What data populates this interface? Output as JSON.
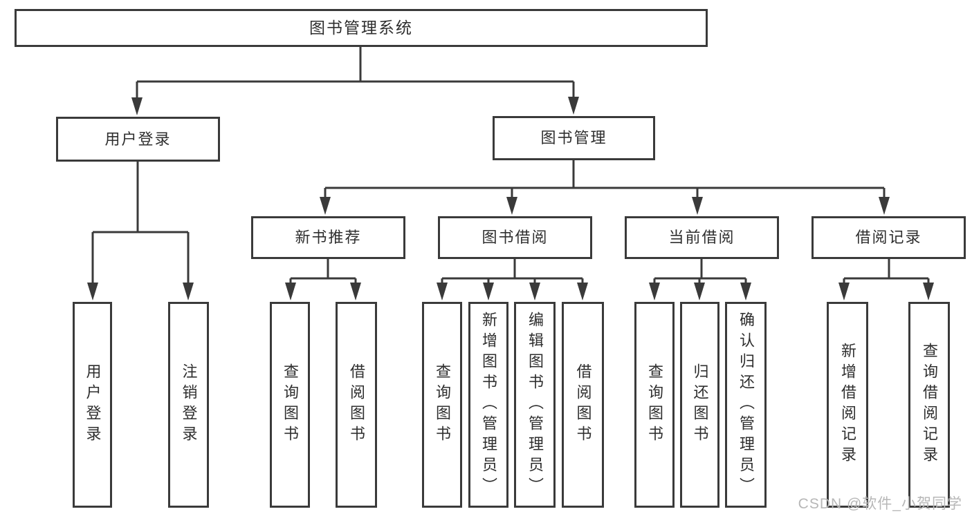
{
  "diagram": {
    "root": {
      "label": "图书管理系统"
    },
    "branches": [
      {
        "label": "用户登录",
        "children": [
          {
            "label": "用户登录"
          },
          {
            "label": "注销登录"
          }
        ]
      },
      {
        "label": "图书管理",
        "children": [
          {
            "label": "新书推荐",
            "children": [
              {
                "label": "查询图书"
              },
              {
                "label": "借阅图书"
              }
            ]
          },
          {
            "label": "图书借阅",
            "children": [
              {
                "label": "查询图书"
              },
              {
                "label": "新增图书（管理员）"
              },
              {
                "label": "编辑图书（管理员）"
              },
              {
                "label": "借阅图书"
              }
            ]
          },
          {
            "label": "当前借阅",
            "children": [
              {
                "label": "查询图书"
              },
              {
                "label": "归还图书"
              },
              {
                "label": "确认归还（管理员）"
              }
            ]
          },
          {
            "label": "借阅记录",
            "children": [
              {
                "label": "新增借阅记录"
              },
              {
                "label": "查询借阅记录"
              }
            ]
          }
        ]
      }
    ]
  },
  "watermark": "CSDN @软件_小贺同学",
  "colors": {
    "line": "#3a3a3a",
    "text": "#2e2e2e",
    "background": "#ffffff",
    "watermark": "#b7b7b7"
  }
}
